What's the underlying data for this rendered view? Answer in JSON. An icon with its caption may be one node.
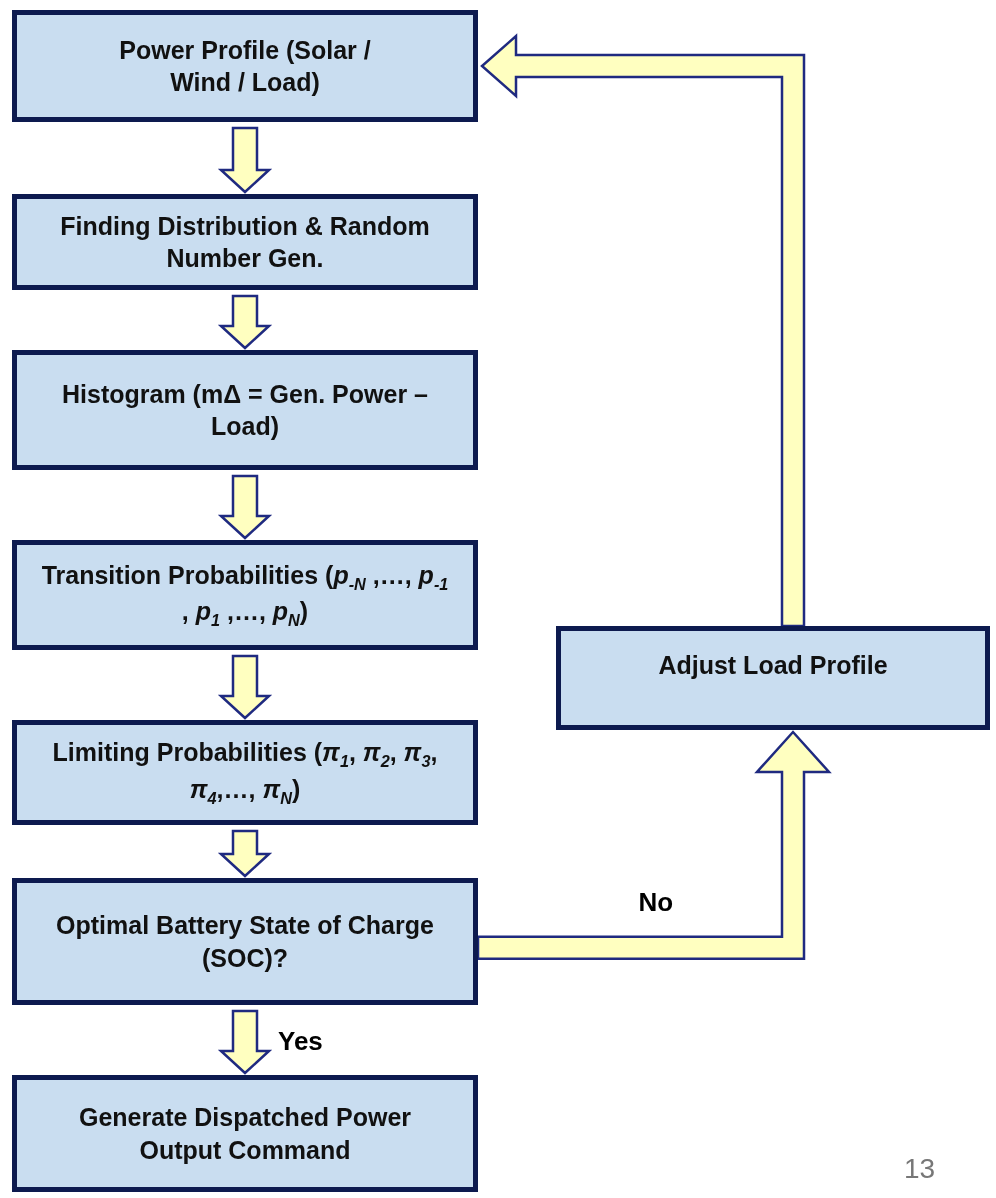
{
  "diagram": {
    "nodes": [
      {
        "text": [
          "Power Profile (Solar / Wind / Load)"
        ]
      },
      {
        "text": [
          "Finding Distribution & Random Number Gen."
        ]
      },
      {
        "text": [
          "Histogram (mΔ = Gen. Power – Load)"
        ]
      },
      {
        "text": [
          "Transition Probabilities (*p*$_{-N}$ ,…, *p*$_{-1}$ , *p*$_{1}$ ,…, *p*$_{N}$)"
        ]
      },
      {
        "text": [
          "Limiting Probabilities (*π*$_{1}$, *π*$_{2}$, *π*$_{3}$, *π*$_{4}$,…, *π*$_{N}$)"
        ]
      },
      {
        "text": [
          "Optimal Battery State of Charge (SOC)?"
        ]
      },
      {
        "text": [
          "Generate Dispatched Power Output Command"
        ]
      },
      {
        "text": [
          "Adjust Load Profile"
        ]
      }
    ],
    "edges": [
      {
        "from": 0,
        "to": 1,
        "arrow": "to"
      },
      {
        "from": 1,
        "to": 2,
        "arrow": "to"
      },
      {
        "from": 2,
        "to": 3,
        "arrow": "to"
      },
      {
        "from": 3,
        "to": 4,
        "arrow": "to"
      },
      {
        "from": 4,
        "to": 5,
        "arrow": "to"
      },
      {
        "from": 5,
        "to": 6,
        "arrow": "to",
        "label": "Yes"
      },
      {
        "from": 5,
        "to": 7,
        "arrow": "to",
        "label": "No"
      },
      {
        "from": 7,
        "to": 0,
        "arrow": "to"
      }
    ],
    "labels": [
      "13"
    ]
  }
}
